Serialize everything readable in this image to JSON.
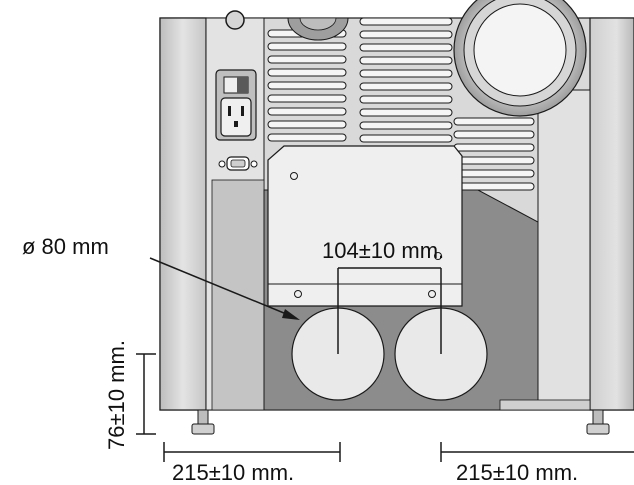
{
  "labels": {
    "pipe_diameter": "ø 80 mm",
    "pipe_spacing": "104±10 mm.",
    "pipe_height": "76±10 mm.",
    "left_offset": "215±10 mm.",
    "right_offset": "215±10 mm."
  },
  "colors": {
    "line": "#1a1a1a",
    "panel_light": "#e6e6e6",
    "panel_mid": "#c9c9c9",
    "panel_dark": "#8c8c8c",
    "hole_fill": "#e9e9e9",
    "cover_plate": "#efefef"
  }
}
